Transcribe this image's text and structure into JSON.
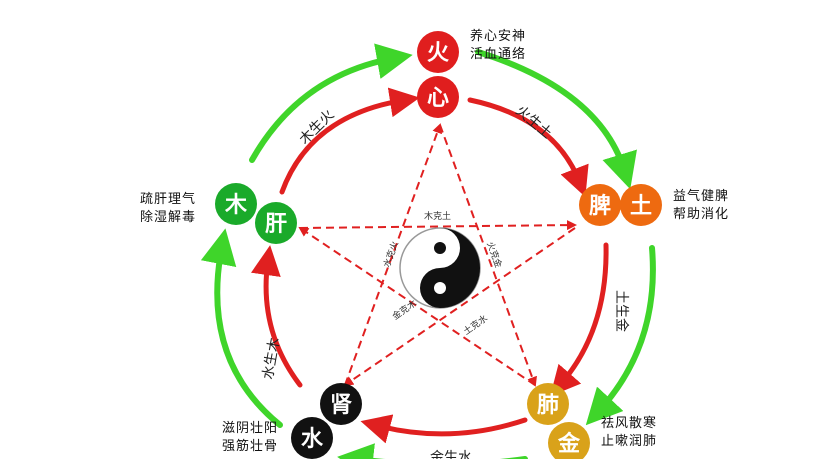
{
  "elements": {
    "fire": {
      "char": "火",
      "color": "#e01e1e"
    },
    "earth": {
      "char": "土",
      "color": "#ee6a10"
    },
    "metal": {
      "char": "金",
      "color": "#d9a21a"
    },
    "water": {
      "char": "水",
      "color": "#111111"
    },
    "wood": {
      "char": "木",
      "color": "#1aaa2a"
    }
  },
  "organs": {
    "heart": {
      "char": "心",
      "color": "#e01e1e"
    },
    "spleen": {
      "char": "脾",
      "color": "#ee6a10"
    },
    "lung": {
      "char": "肺",
      "color": "#d9a21a"
    },
    "kidney": {
      "char": "肾",
      "color": "#111111"
    },
    "liver": {
      "char": "肝",
      "color": "#1aaa2a"
    }
  },
  "descriptions": {
    "fire": [
      "养心安神",
      "活血通络"
    ],
    "earth": [
      "益气健脾",
      "帮助消化"
    ],
    "metal": [
      "祛风散寒",
      "止嗽润肺"
    ],
    "water": [
      "滋阴壮阳",
      "强筋壮骨"
    ],
    "wood": [
      "疏肝理气",
      "除湿解毒"
    ]
  },
  "generating": {
    "wood_fire": "木生火",
    "fire_earth": "火生土",
    "earth_metal": "土生金",
    "metal_water": "金生水",
    "water_wood": "水生木"
  },
  "controlling": {
    "wood_earth": "木克土",
    "water_fire": "水克火",
    "fire_metal": "火克金",
    "metal_wood": "金克木",
    "earth_water": "土克水"
  },
  "colors": {
    "green_arrow": "#3fd52a",
    "red_arrow": "#e02020",
    "dashed_star": "#e02020"
  }
}
